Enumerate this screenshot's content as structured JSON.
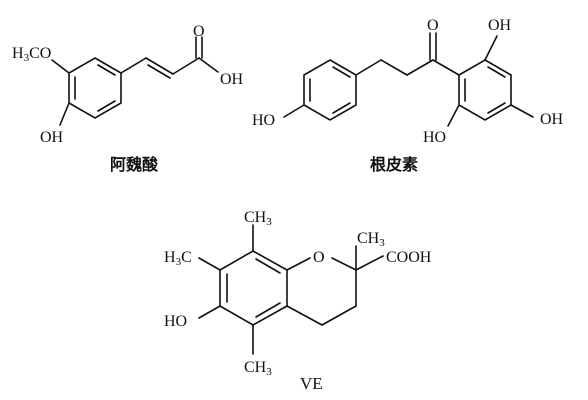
{
  "structures": [
    {
      "name": "阿魏酸",
      "labels": {
        "methoxy_pre": "H",
        "methoxy_sub": "3",
        "methoxy_post": "CO",
        "hydroxyl": "OH",
        "carbonyl_o": "O",
        "acid_oh": "OH"
      }
    },
    {
      "name": "根皮素",
      "labels": {
        "phenol_ho": "HO",
        "carbonyl_o": "O",
        "oh_top": "OH",
        "oh_bottom": "HO",
        "oh_right": "OH"
      }
    },
    {
      "name": "VE",
      "labels": {
        "methyl_top_pre": "CH",
        "methyl_top_sub": "3",
        "methyl_left_pre": "H",
        "methyl_left_sub": "3",
        "methyl_left_post": "C",
        "ring_o": "O",
        "methyl_c2_pre": "CH",
        "methyl_c2_sub": "3",
        "cooh": "COOH",
        "ho": "HO",
        "methyl_bottom_pre": "CH",
        "methyl_bottom_sub": "3"
      }
    }
  ]
}
